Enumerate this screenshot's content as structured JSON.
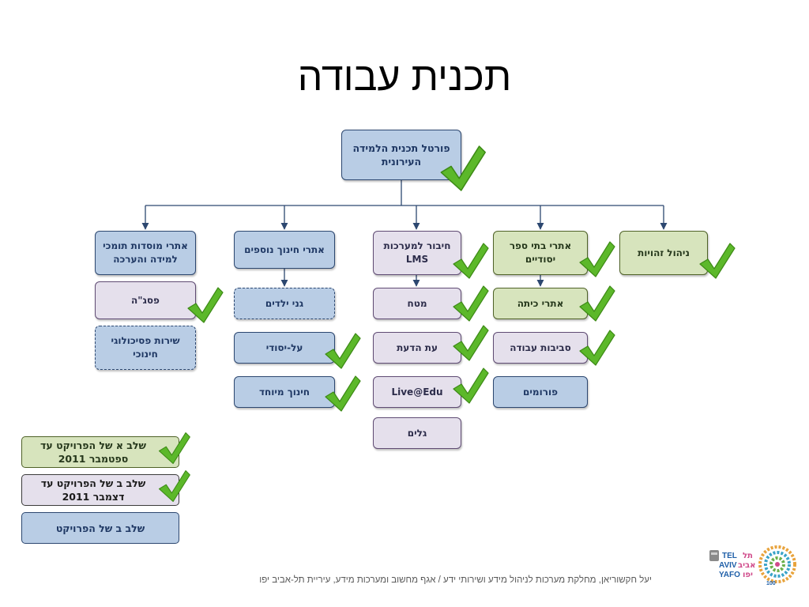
{
  "title": "תכנית עבודה",
  "nodes": {
    "portal": "פורטל תכנית הלמידה העירונית",
    "identity": "ניהול זהויות",
    "elementary_sites": "אתרי בתי ספר יסודיים",
    "class_sites": "אתרי כיתה",
    "work_env": "סביבות עבודה",
    "forums": "פורומים",
    "lms": "חיבור למערכות LMS",
    "mattach": "מטח",
    "et_hadaat": "עת הדעת",
    "live_edu": "Live@Edu",
    "galim": "גלים",
    "extra_edu": "אתרי חינוך נוספים",
    "kindergartens": "גני ילדים",
    "post_primary": "על-יסודי",
    "special_ed": "חינוך מיוחד",
    "support_sites": "אתרי מוסדות תומכי למידה והערכה",
    "pisgah": "פסג\"ה",
    "psych_service": "שירות פסיכולוגי חינוכי"
  },
  "legend": {
    "phase_a": "שלב א של הפרויקט עד ספטמבר 2011",
    "phase_b_dec": "שלב ב של הפרויקט עד דצמבר 2011",
    "phase_b": "שלב ב של הפרויקט"
  },
  "footer": "יעל חקשוריאן, מחלקת מערכות לניהול מידע ושירותי ידע / אגף מחשוב ומערכות מידע, עיריית תל-אביב יפו",
  "logo": {
    "text_lines": [
      "TEL",
      "AVIV",
      "YAFO",
      "תל",
      "אביב",
      "יפו"
    ],
    "number": "100"
  },
  "colors": {
    "phase_a": "#d7e4bd",
    "phase_b_dec": "#e5e0ec",
    "phase_b": "#b9cde5",
    "connector": "#2c4770",
    "check": "#5cb82a"
  }
}
